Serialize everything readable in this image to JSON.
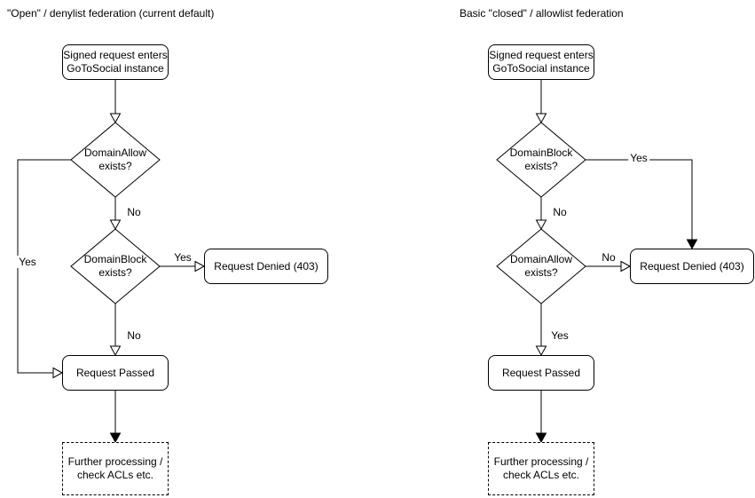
{
  "page": {
    "background": "#ffffff",
    "stroke_color": "#000000"
  },
  "left_chart": {
    "title": "\"Open\" / denylist federation (current default)",
    "nodes": {
      "entry": "Signed request enters\nGoToSocial instance",
      "decision_allow": "DomainAllow\nexists?",
      "decision_block": "DomainBlock\nexists?",
      "denied": "Request Denied (403)",
      "passed": "Request Passed",
      "further": "Further processing /\ncheck ACLs etc."
    },
    "edge_labels": {
      "allow_yes": "Yes",
      "allow_no": "No",
      "block_yes": "Yes",
      "block_no": "No"
    }
  },
  "right_chart": {
    "title": "Basic \"closed\" / allowlist federation",
    "nodes": {
      "entry": "Signed request enters\nGoToSocial instance",
      "decision_block": "DomainBlock\nexists?",
      "decision_allow": "DomainAllow\nexists?",
      "denied": "Request Denied (403)",
      "passed": "Request Passed",
      "further": "Further processing /\ncheck ACLs etc."
    },
    "edge_labels": {
      "block_yes": "Yes",
      "block_no": "No",
      "allow_no": "No",
      "allow_yes": "Yes"
    }
  }
}
